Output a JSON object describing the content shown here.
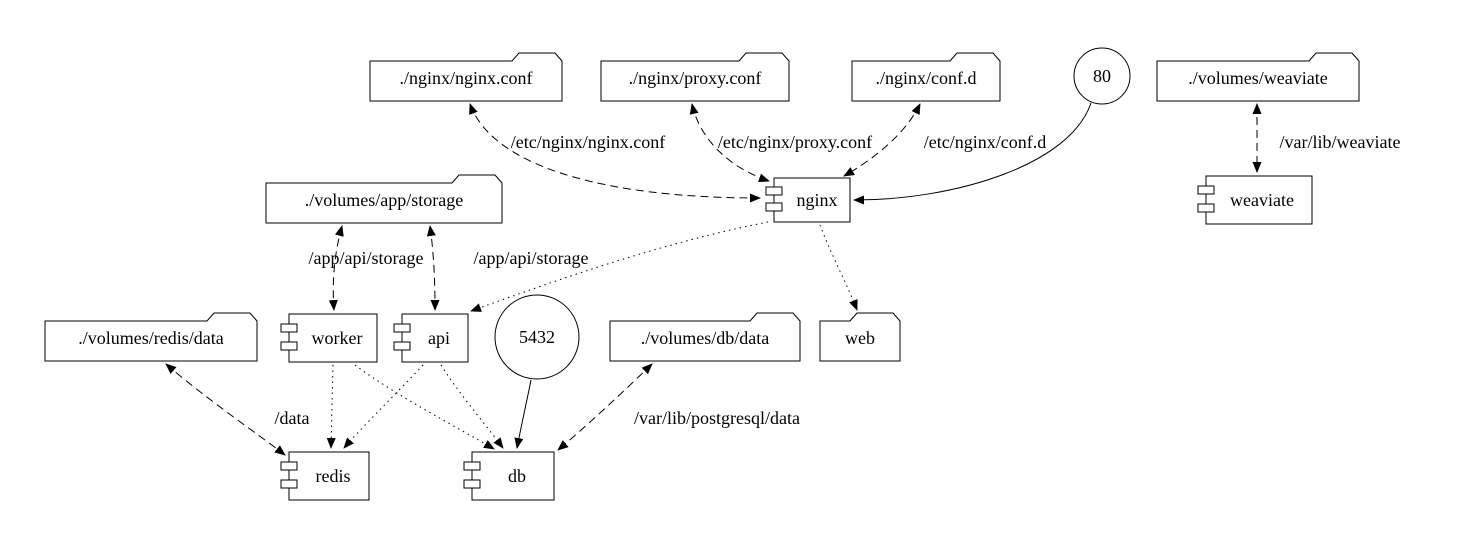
{
  "nodes": {
    "nginx_conf": "./nginx/nginx.conf",
    "proxy_conf": "./nginx/proxy.conf",
    "conf_d": "./nginx/conf.d",
    "port_80": "80",
    "volumes_weaviate": "./volumes/weaviate",
    "volumes_app_storage": "./volumes/app/storage",
    "nginx": "nginx",
    "weaviate": "weaviate",
    "volumes_redis_data": "./volumes/redis/data",
    "worker": "worker",
    "api": "api",
    "port_5432": "5432",
    "volumes_db_data": "./volumes/db/data",
    "web": "web",
    "redis": "redis",
    "db": "db"
  },
  "edge_labels": {
    "nginx_conf_mount": "/etc/nginx/nginx.conf",
    "proxy_conf_mount": "/etc/nginx/proxy.conf",
    "conf_d_mount": "/etc/nginx/conf.d",
    "weaviate_mount": "/var/lib/weaviate",
    "app_storage_worker_mount": "/app/api/storage",
    "app_storage_api_mount": "/app/api/storage",
    "redis_mount": "/data",
    "db_mount": "/var/lib/postgresql/data"
  }
}
